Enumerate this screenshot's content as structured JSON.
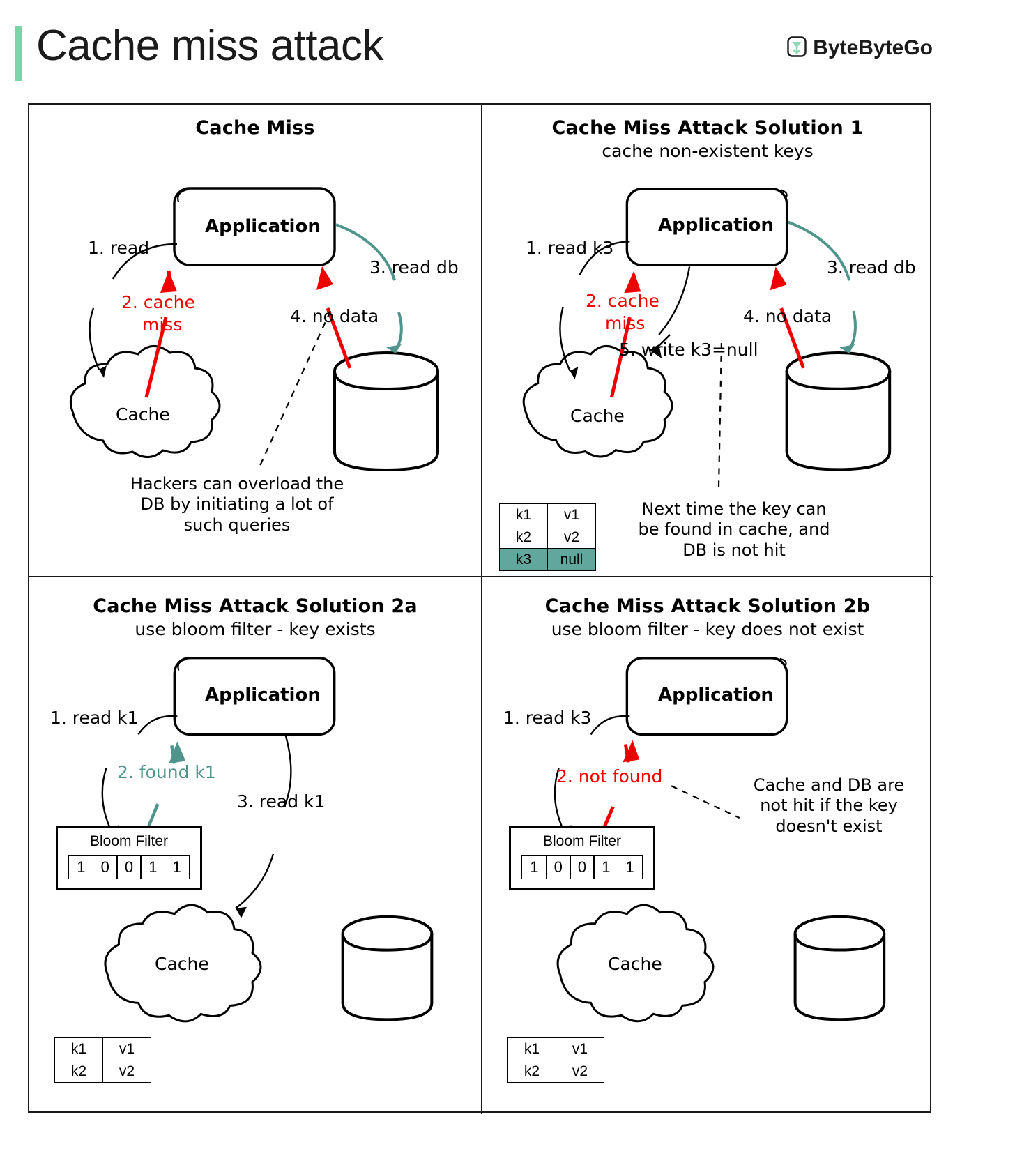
{
  "header": {
    "title": "Cache miss attack",
    "brand": "ByteByteGo",
    "brand_icon": "bytebytego-logo-icon",
    "accent_color": "#7fd1a8"
  },
  "colors": {
    "red": "#ee0000",
    "teal": "#4f958c",
    "highlight_row": "#62a79d",
    "ink": "#000000"
  },
  "panels": {
    "cache_miss": {
      "title": "Cache Miss",
      "subtitle": "",
      "nodes": {
        "application": "Application",
        "cache": "Cache",
        "database": "database-cylinder-icon"
      },
      "steps": {
        "s1": "1. read",
        "s2_line1": "2. cache",
        "s2_line2": "miss",
        "s3": "3. read db",
        "s4": "4. no data"
      },
      "note": "Hackers can overload the\nDB by initiating a lot of\nsuch queries"
    },
    "solution1": {
      "title": "Cache Miss Attack Solution 1",
      "subtitle": "cache non-existent keys",
      "nodes": {
        "application": "Application",
        "cache": "Cache",
        "database": "database-cylinder-icon"
      },
      "steps": {
        "s1": "1. read k3",
        "s2_line1": "2. cache",
        "s2_line2": "miss",
        "s3": "3. read db",
        "s4": "4. no data",
        "s5": "5. write k3=null"
      },
      "note": "Next time the key can\nbe found in cache, and\nDB is not hit",
      "kv_table": {
        "rows": [
          {
            "key": "k1",
            "value": "v1",
            "highlight": false
          },
          {
            "key": "k2",
            "value": "v2",
            "highlight": false
          },
          {
            "key": "k3",
            "value": "null",
            "highlight": true
          }
        ]
      }
    },
    "solution2a": {
      "title": "Cache Miss Attack Solution 2a",
      "subtitle": "use bloom filter - key exists",
      "nodes": {
        "application": "Application",
        "cache": "Cache",
        "database": "database-cylinder-icon"
      },
      "steps": {
        "s1": "1. read k1",
        "s2": "2. found k1",
        "s3": "3. read k1"
      },
      "bloom_filter": {
        "title": "Bloom Filter",
        "bits": [
          "1",
          "0",
          "0",
          "1",
          "1"
        ]
      },
      "kv_table": {
        "rows": [
          {
            "key": "k1",
            "value": "v1",
            "highlight": false
          },
          {
            "key": "k2",
            "value": "v2",
            "highlight": false
          }
        ]
      }
    },
    "solution2b": {
      "title": "Cache Miss Attack Solution 2b",
      "subtitle": "use bloom filter - key does not exist",
      "nodes": {
        "application": "Application",
        "cache": "Cache",
        "database": "database-cylinder-icon"
      },
      "steps": {
        "s1": "1. read k3",
        "s2": "2. not found"
      },
      "note": "Cache and DB are\nnot hit if the key\ndoesn't exist",
      "bloom_filter": {
        "title": "Bloom Filter",
        "bits": [
          "1",
          "0",
          "0",
          "1",
          "1"
        ]
      },
      "kv_table": {
        "rows": [
          {
            "key": "k1",
            "value": "v1",
            "highlight": false
          },
          {
            "key": "k2",
            "value": "v2",
            "highlight": false
          }
        ]
      }
    }
  }
}
